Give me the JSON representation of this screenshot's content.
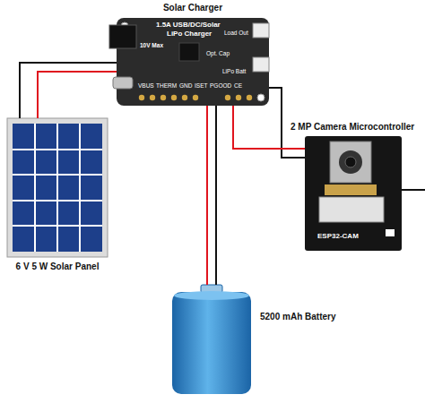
{
  "diagram": {
    "nodes": [
      {
        "text": [
          "Solar Charger",
          "1.5A USB/DC/Solar",
          "LiPo Charger",
          "10V Max",
          "Load Out",
          "Opt. Cap",
          "LiPo Batt",
          "VBUS",
          "THERM",
          "GND",
          "ISET",
          "PGOOD",
          "CE"
        ]
      },
      {
        "text": [
          "6 V 5 W Solar Panel"
        ]
      },
      {
        "text": [
          "2 MP Camera Microcontroller",
          "ESP32-CAM"
        ]
      },
      {
        "text": [
          "5200 mAh Battery"
        ]
      }
    ],
    "edges": [
      {
        "from": 1,
        "to": 0,
        "arrow": "none"
      },
      {
        "from": 0,
        "to": 3,
        "arrow": "none"
      },
      {
        "from": 0,
        "to": 2,
        "arrow": "none"
      }
    ]
  }
}
